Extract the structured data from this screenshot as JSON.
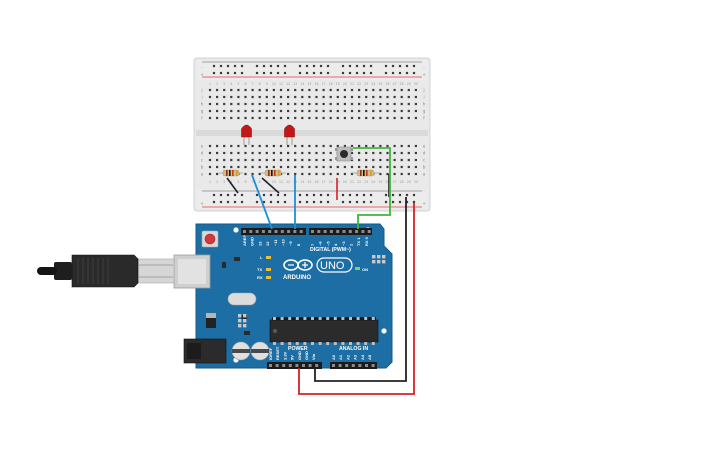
{
  "breadboard": {
    "columns": 30,
    "row_letters_top": [
      "j",
      "i",
      "h",
      "g",
      "f"
    ],
    "row_letters_bottom": [
      "e",
      "d",
      "c",
      "b",
      "a"
    ],
    "rail_plus": "+",
    "rail_minus": "-"
  },
  "arduino": {
    "brand": "ARDUINO",
    "model": "UNO",
    "digital_label": "DIGITAL (PWM~)",
    "power_label": "POWER",
    "analog_label": "ANALOG IN",
    "digital_pins": [
      "AREF",
      "GND",
      "13",
      "12",
      "~11",
      "~10",
      "~9",
      "8",
      "7",
      "~6",
      "~5",
      "4",
      "~3",
      "2",
      "TX 1",
      "RX 0"
    ],
    "power_pins": [
      "IOREF",
      "RESET",
      "3.3V",
      "5V",
      "GND",
      "GND",
      "Vin"
    ],
    "analog_pins": [
      "A0",
      "A1",
      "A2",
      "A3",
      "A4",
      "A5"
    ],
    "led_labels": [
      "L",
      "TX",
      "RX"
    ],
    "on_label": "ON"
  },
  "colors": {
    "board_blue": "#1c6ea4",
    "breadboard": "#e9e9e9",
    "wire_red": "#d92027",
    "wire_black": "#222222",
    "wire_blue": "#1f8fd6",
    "wire_green": "#3fb53a",
    "led_red": "#c21818",
    "usb_cable": "#2a2a2a"
  },
  "icons": [
    "usb-cable-icon",
    "led-icon",
    "resistor-icon",
    "pushbutton-icon",
    "reset-button-icon",
    "capacitor-icon",
    "power-jack-icon",
    "chip-icon"
  ]
}
